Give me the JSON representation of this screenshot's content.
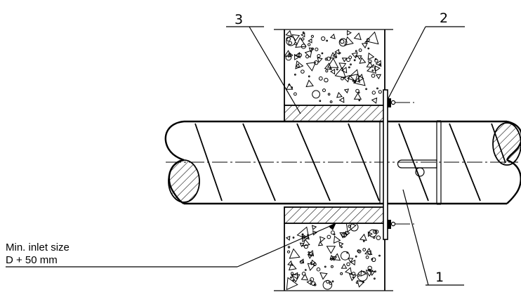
{
  "labels": {
    "callout_1": "1",
    "callout_2": "2",
    "callout_3": "3"
  },
  "note": {
    "line1": "Min. inlet size",
    "line2": "D + 50 mm"
  },
  "icons": [
    "concrete-aggregate-hatch",
    "insulation-hatch",
    "spiral-duct",
    "mounting-flange",
    "bolt-fastener"
  ]
}
